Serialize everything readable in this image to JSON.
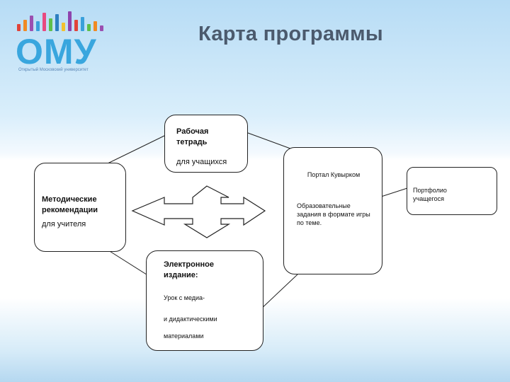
{
  "logo": {
    "word": "ОМУ",
    "tagline": "Открытый Московский университет"
  },
  "title": "Карта программы",
  "nodes": {
    "workbook": {
      "title": "Рабочая тетрадь",
      "subtitle": "для учащихся"
    },
    "methodical": {
      "title": "Методические рекомендации",
      "subtitle": "для учителя"
    },
    "portal": {
      "title": "Портал Кувырком",
      "body": "Образовательные задания в формате игры по теме."
    },
    "portfolio": {
      "title": "Портфолио учащегося"
    },
    "edition": {
      "title": "Электронное издание:",
      "line1": "Урок с медиа-",
      "line2": "и дидактическими",
      "line3": "материалами"
    }
  },
  "colors": {
    "title": "#4b5a6d",
    "logo": "#39a6de",
    "border": "#222222"
  }
}
